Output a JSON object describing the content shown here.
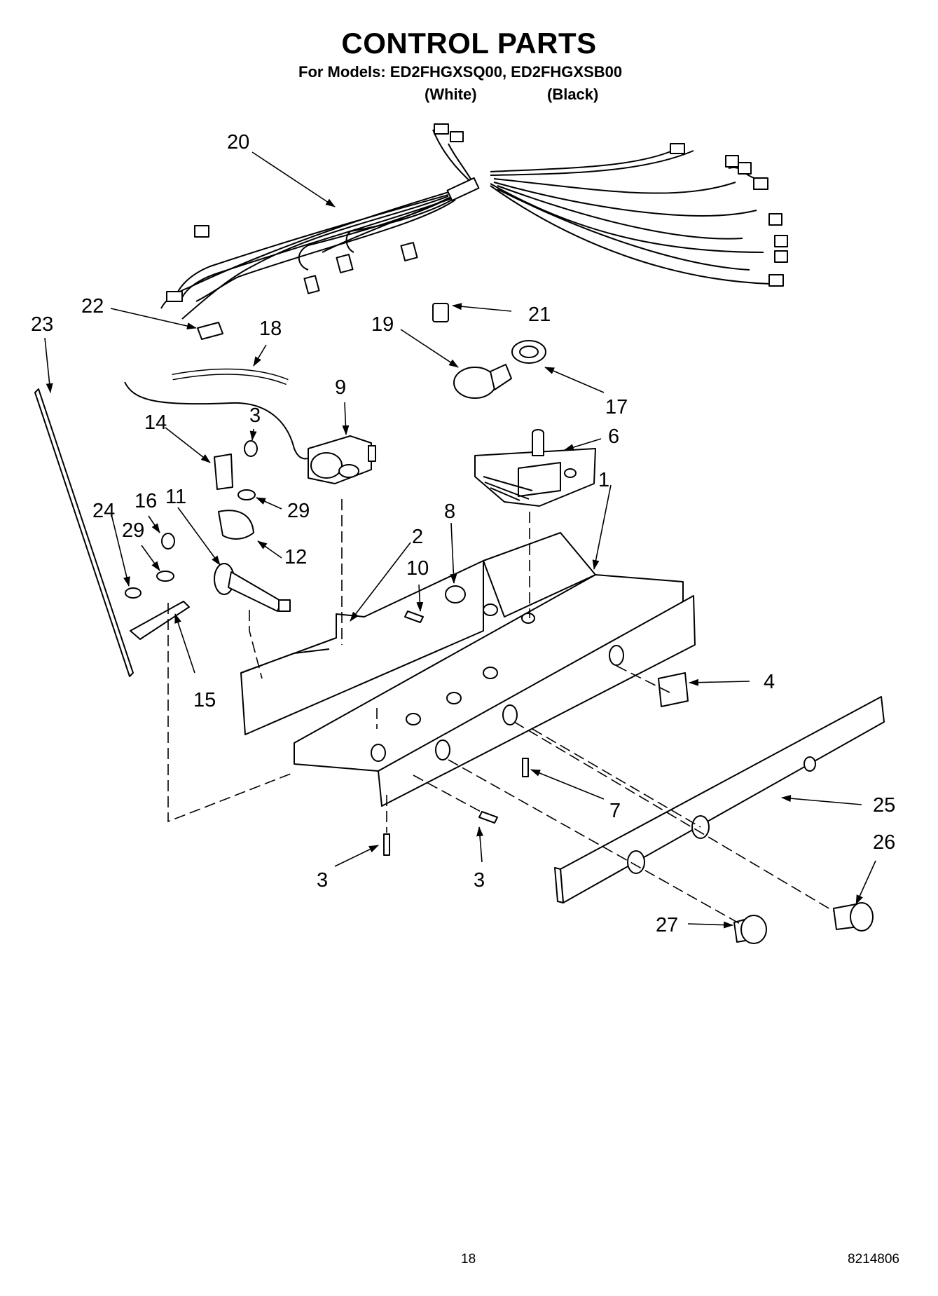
{
  "header": {
    "title": "CONTROL PARTS",
    "models_line": "For Models: ED2FHGXSQ00, ED2FHGXSB00",
    "variant_white": "(White)",
    "variant_black": "(Black)"
  },
  "callouts": [
    "1",
    "2",
    "3",
    "3",
    "3",
    "3",
    "4",
    "6",
    "7",
    "8",
    "9",
    "10",
    "11",
    "12",
    "14",
    "15",
    "16",
    "17",
    "18",
    "19",
    "20",
    "21",
    "22",
    "23",
    "24",
    "25",
    "26",
    "27",
    "29",
    "29"
  ],
  "footer": {
    "page_number": "18",
    "document_number": "8214806"
  }
}
